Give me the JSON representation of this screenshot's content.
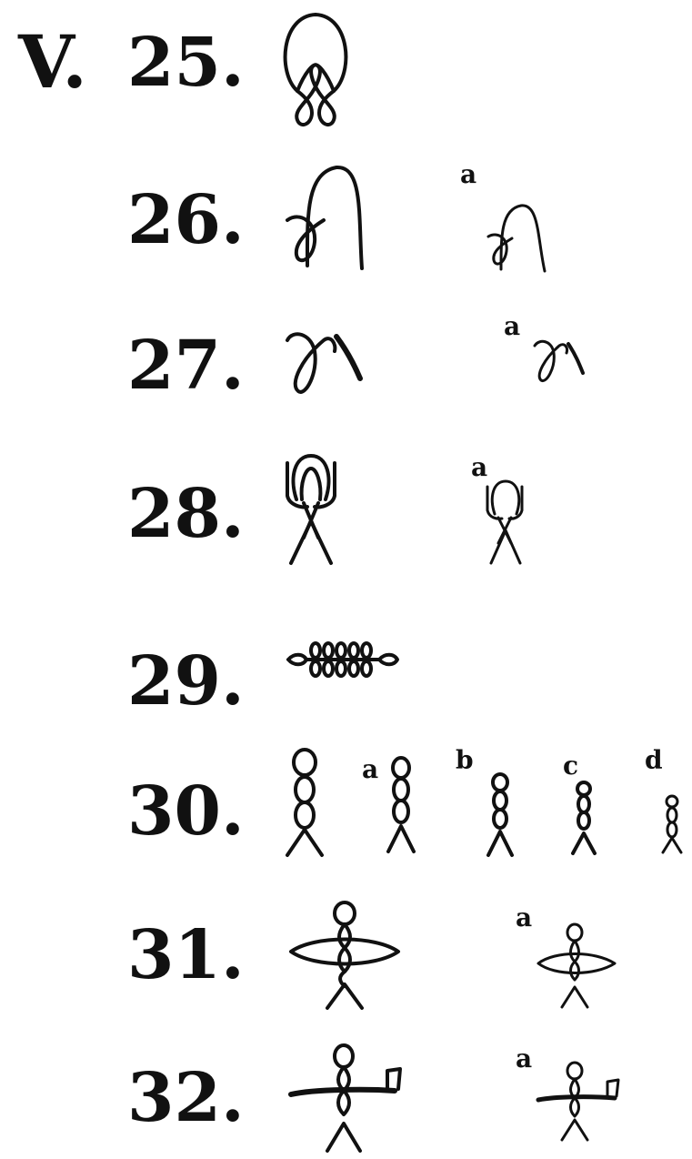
{
  "plate": {
    "section": "V.",
    "figures": [
      {
        "number": "25.",
        "glyph": "loop-with-two-small-loops-icon",
        "variants": []
      },
      {
        "number": "26.",
        "glyph": "arch-with-side-loop-icon",
        "variants": [
          {
            "letter": "a",
            "glyph": "small-arch-with-side-loop-icon"
          }
        ]
      },
      {
        "number": "27.",
        "glyph": "loop-with-hooked-stick-icon",
        "variants": [
          {
            "letter": "a",
            "glyph": "small-loop-with-hooked-stick-icon"
          }
        ]
      },
      {
        "number": "28.",
        "glyph": "folded-loops-on-crossed-legs-icon",
        "variants": [
          {
            "letter": "a",
            "glyph": "small-folded-loops-on-crossed-legs-icon"
          }
        ]
      },
      {
        "number": "29.",
        "glyph": "horizontal-row-of-loops-icon",
        "variants": []
      },
      {
        "number": "30.",
        "glyph": "twisted-chain-figure-icon",
        "variants": [
          {
            "letter": "a",
            "glyph": "twisted-chain-figure-icon"
          },
          {
            "letter": "b",
            "glyph": "twisted-chain-figure-icon"
          },
          {
            "letter": "c",
            "glyph": "twisted-chain-figure-icon"
          },
          {
            "letter": "d",
            "glyph": "twisted-chain-figure-icon"
          }
        ]
      },
      {
        "number": "31.",
        "glyph": "figure-with-lens-arms-icon",
        "variants": [
          {
            "letter": "a",
            "glyph": "small-figure-with-lens-arms-icon"
          }
        ]
      },
      {
        "number": "32.",
        "glyph": "figure-with-bar-and-flag-icon",
        "variants": [
          {
            "letter": "a",
            "glyph": "small-figure-with-bar-and-flag-icon"
          }
        ]
      }
    ]
  }
}
